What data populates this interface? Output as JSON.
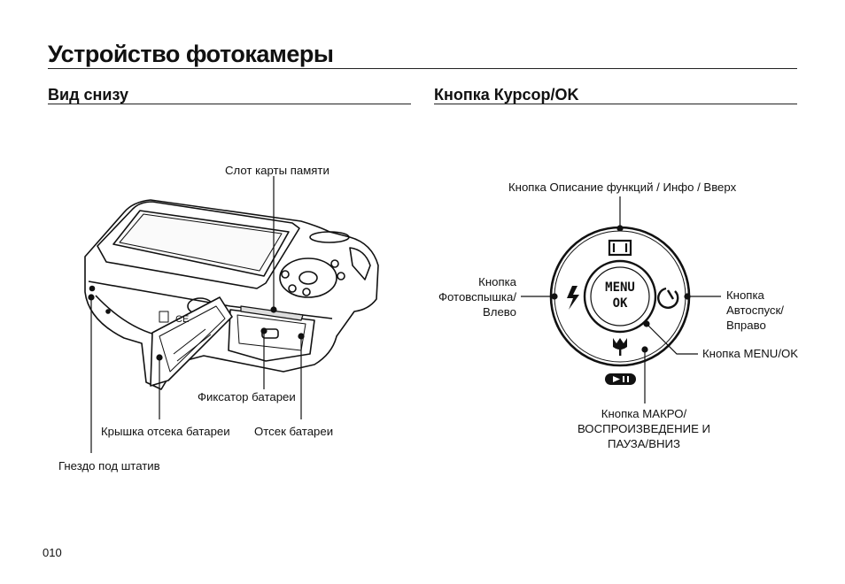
{
  "page": {
    "title": "Устройство фотокамеры",
    "page_number": "010"
  },
  "left_section": {
    "heading": "Вид снизу",
    "labels": {
      "memory_card_slot": "Слот карты памяти",
      "battery_latch": "Фиксатор батареи",
      "battery_cover": "Крышка отсека батареи",
      "battery_compartment": "Отсек батареи",
      "tripod_socket": "Гнездо под штатив"
    }
  },
  "right_section": {
    "heading": "Кнопка Курсор/OK",
    "dial": {
      "center_line1": "MENU",
      "center_line2": "OK"
    },
    "labels": {
      "up_line1": "Кнопка Описание функций / Инфо / Вверх",
      "left_line1": "Кнопка",
      "left_line2": "Фотовспышка/",
      "left_line3": "Влево",
      "right_line1": "Кнопка",
      "right_line2": "Автоспуск/",
      "right_line3": "Вправо",
      "menu_ok": "Кнопка MENU/OK",
      "down_line1": "Кнопка МАКРО/",
      "down_line2": "ВОСПРОИЗВЕДЕНИЕ И",
      "down_line3": "ПАУЗА/ВНИЗ"
    }
  }
}
